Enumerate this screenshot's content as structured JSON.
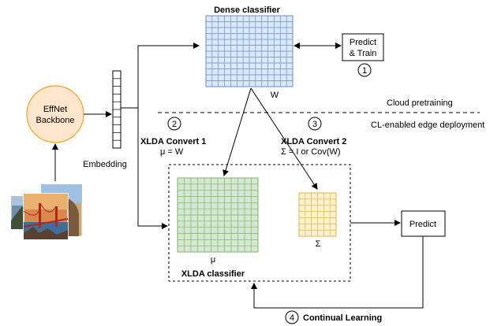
{
  "labels": {
    "dense_classifier": "Dense classifier",
    "predict_train_line1": "Predict",
    "predict_train_line2": "& Train",
    "step1": "1",
    "w": "W",
    "cloud_pretraining": "Cloud pretraining",
    "cl_edge_deployment": "CL-enabled edge deployment",
    "backbone_line1": "EffNet",
    "backbone_line2": "Backbone",
    "embedding": "Embedding",
    "step2": "2",
    "convert1_title": "XLDA Convert 1",
    "convert1_eq": "μ = W",
    "step3": "3",
    "convert2_title": "XLDA Convert 2",
    "convert2_eq": "Σ = I or Cov(W)",
    "mu": "μ",
    "sigma": "Σ",
    "xlda_classifier": "XLDA classifier",
    "predict": "Predict",
    "step4": "4",
    "continual_learning": "Continual Learning"
  },
  "colors": {
    "dense_fill": "#dae8fc",
    "dense_stroke": "#6c8ebf",
    "mu_fill": "#d5e8d4",
    "mu_stroke": "#82b366",
    "sigma_fill": "#fff2cc",
    "sigma_stroke": "#d6b656",
    "backbone_fill": "#ffe6cc",
    "backbone_stroke": "#f5a623"
  }
}
